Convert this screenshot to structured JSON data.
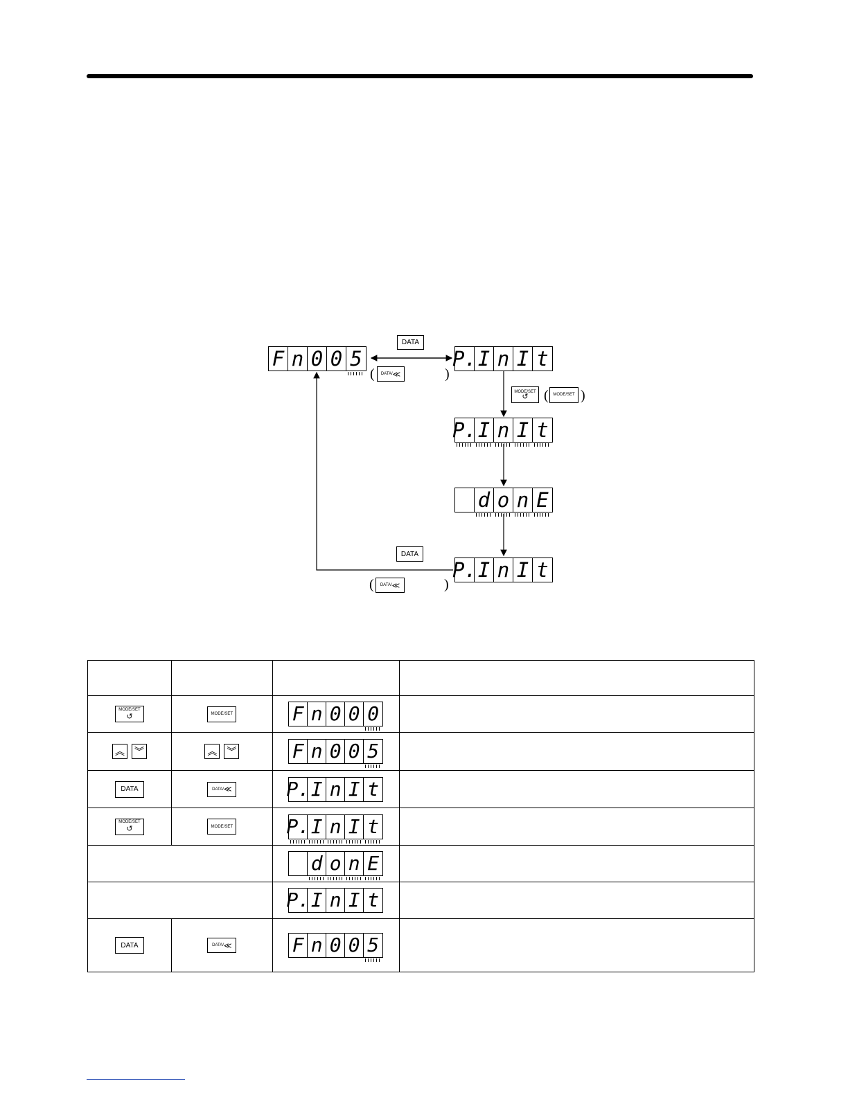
{
  "keys": {
    "data": "DATA",
    "data_shift": "DATA/",
    "mode_set": "MODE/SET",
    "mode_set_top": "MODE/SET",
    "left_paren": "(",
    "right_paren": ")"
  },
  "flow": {
    "start_display": [
      "F",
      "n",
      "0",
      "0",
      "5"
    ],
    "pinit_display": [
      "P.",
      "I",
      "n",
      "I",
      "t"
    ],
    "done_display": [
      "",
      "d",
      "o",
      "n",
      "E"
    ]
  },
  "table": {
    "rows": [
      {
        "display": [
          "F",
          "n",
          "0",
          "0",
          "0"
        ],
        "desc": ""
      },
      {
        "display": [
          "F",
          "n",
          "0",
          "0",
          "5"
        ],
        "desc": ""
      },
      {
        "display": [
          "P.",
          "I",
          "n",
          "I",
          "t"
        ],
        "desc": ""
      },
      {
        "display": [
          "P.",
          "I",
          "n",
          "I",
          "t"
        ],
        "desc": ""
      },
      {
        "display": [
          "",
          "d",
          "o",
          "n",
          "E"
        ],
        "desc": ""
      },
      {
        "display": [
          "P.",
          "I",
          "n",
          "I",
          "t"
        ],
        "desc": ""
      },
      {
        "display": [
          "F",
          "n",
          "0",
          "0",
          "5"
        ],
        "desc": ""
      }
    ]
  }
}
